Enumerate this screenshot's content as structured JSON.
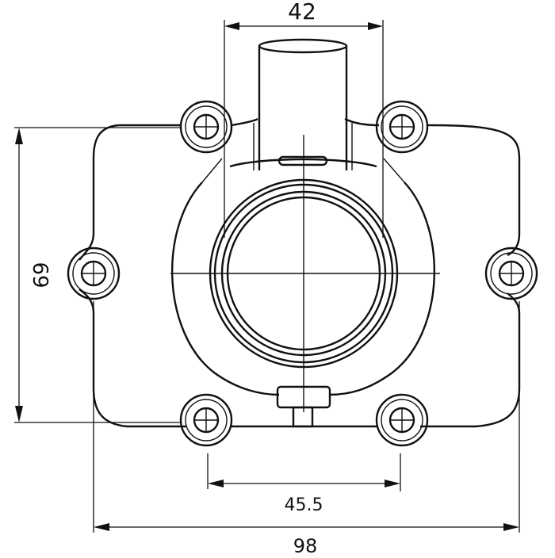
{
  "drawing": {
    "subject": "Intake manifold flange technical drawing",
    "background_color": "#ffffff",
    "line_color": "#111111"
  },
  "dimensions": {
    "top_width": {
      "label": "42",
      "orientation": "horizontal"
    },
    "left_height": {
      "label": "69",
      "orientation": "vertical"
    },
    "bolt_spacing": {
      "label": "45.5",
      "orientation": "horizontal"
    },
    "overall_width": {
      "label": "98",
      "orientation": "horizontal"
    }
  },
  "features": {
    "bolt_holes": [
      {
        "id": "top-left"
      },
      {
        "id": "top-right"
      },
      {
        "id": "mid-left"
      },
      {
        "id": "mid-right"
      },
      {
        "id": "bottom-left"
      },
      {
        "id": "bottom-right"
      }
    ],
    "central_bore": "round bore with centerlines",
    "spigot": "vertical tube at top",
    "lug": "small tab at bottom"
  }
}
